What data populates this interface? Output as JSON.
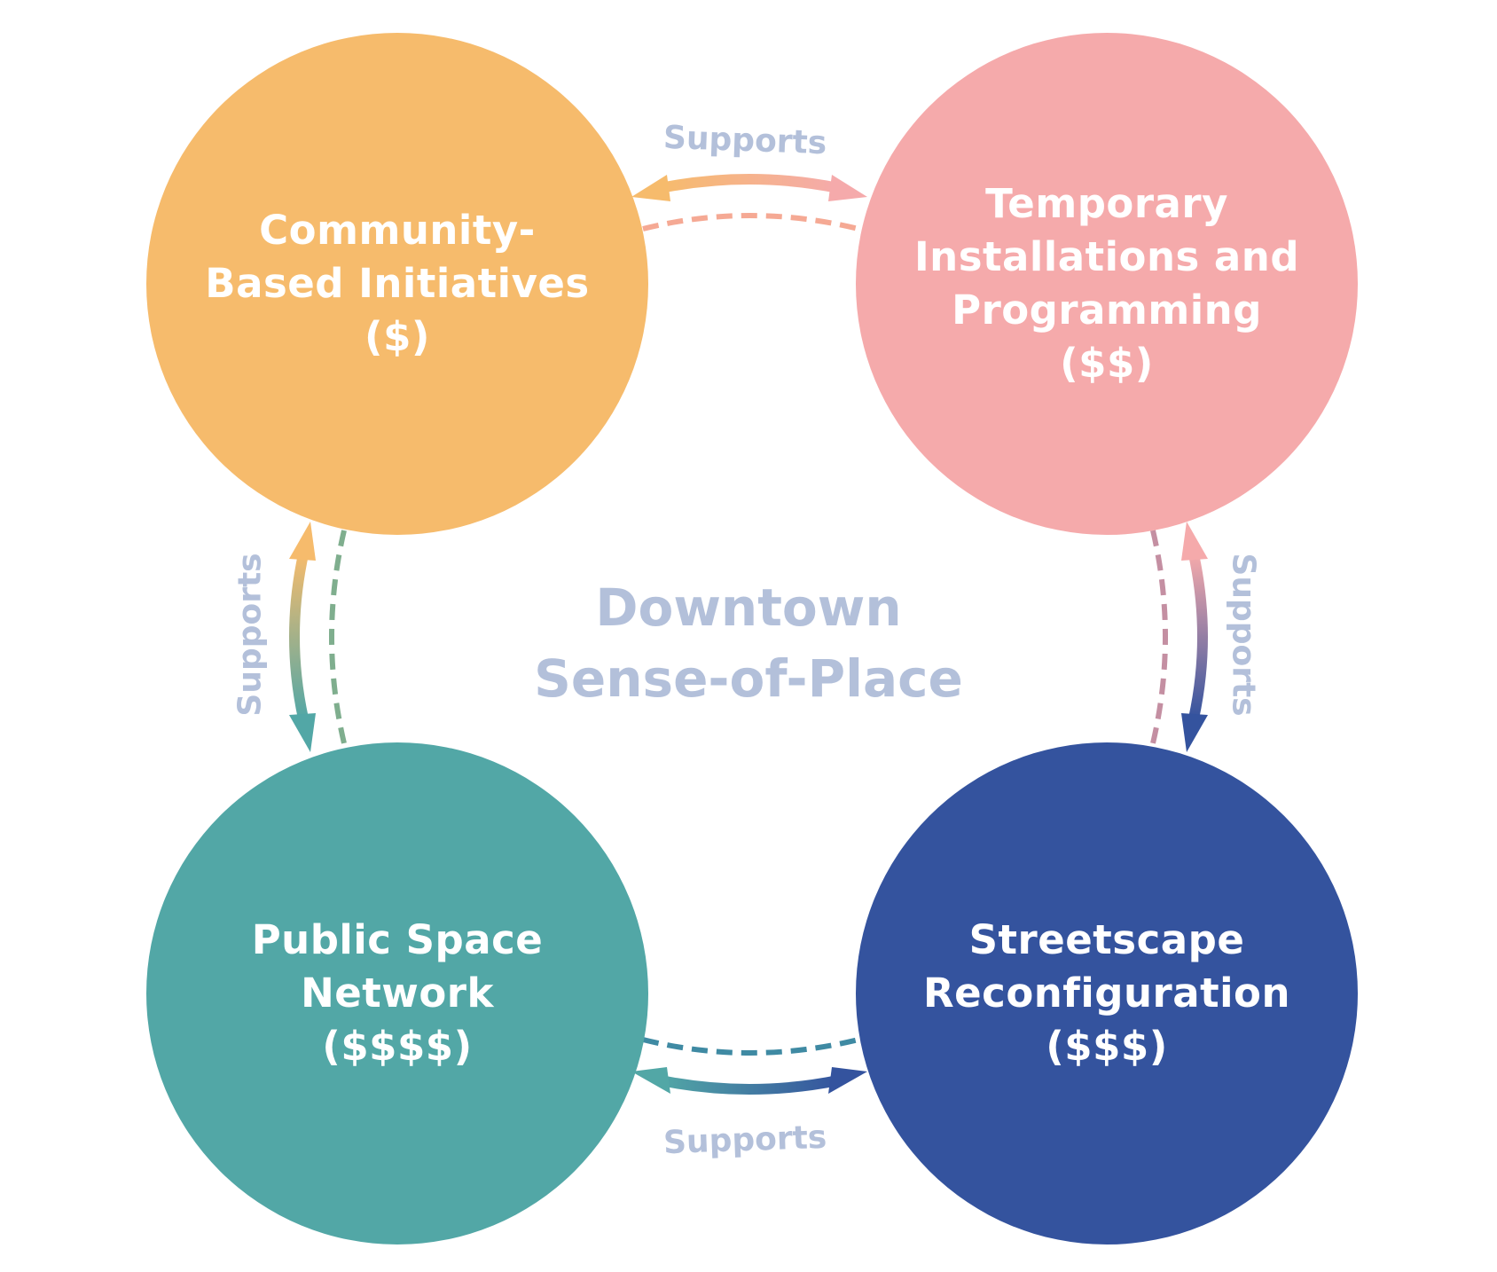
{
  "center": {
    "title": "Downtown\nSense-of-Place"
  },
  "nodes": [
    {
      "id": "tl",
      "label": "Community-\nBased Initiatives\n($)",
      "color": "#f6bb6c"
    },
    {
      "id": "tr",
      "label": "Temporary\nInstallations and\nProgramming\n($$)",
      "color": "#f5aaab"
    },
    {
      "id": "bl",
      "label": "Public Space\nNetwork\n($$$$)",
      "color": "#52a7a6"
    },
    {
      "id": "br",
      "label": "Streetscape\nReconfiguration\n($$$)",
      "color": "#34539e"
    }
  ],
  "connections": {
    "top": "Supports",
    "bottom": "Supports",
    "left": "Supports",
    "right": "Supports"
  },
  "colors": {
    "text_muted": "#b3c0da",
    "dash_top": "#f5a994",
    "dash_left": "#7fae8e",
    "dash_right": "#c48fa2",
    "dash_bottom": "#3f8aa3"
  }
}
